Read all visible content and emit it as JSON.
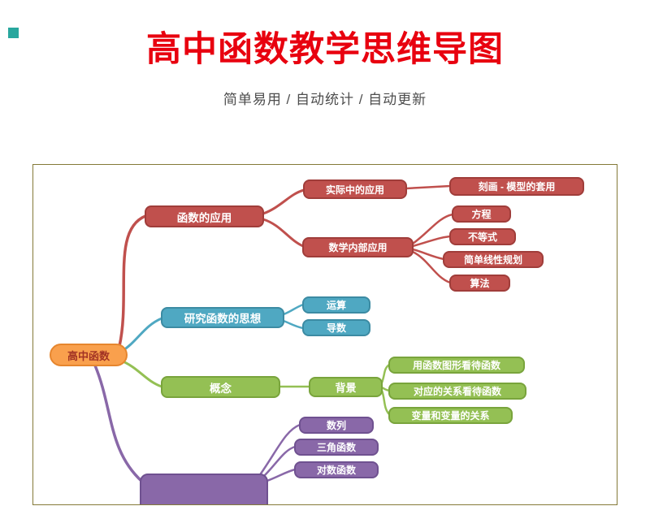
{
  "page": {
    "title": "高中函数教学思维导图",
    "subtitle": "简单易用 / 自动统计 / 自动更新"
  },
  "colors": {
    "title": "#e8000f",
    "corner_marker": "#28a79e",
    "card_border": "#847a38",
    "root_orange": "#f9a04d",
    "branch_red": "#c0504d",
    "branch_teal": "#4fa8c2",
    "branch_green": "#94c054",
    "branch_purple": "#8968a8"
  },
  "mindmap": {
    "root": {
      "label": "高中函数"
    },
    "branches": [
      {
        "label": "函数的应用",
        "color": "#c0504d",
        "children": [
          {
            "label": "实际中的应用",
            "children": [
              {
                "label": "刻画 - 模型的套用"
              }
            ]
          },
          {
            "label": "数学内部应用",
            "children": [
              {
                "label": "方程"
              },
              {
                "label": "不等式"
              },
              {
                "label": "简单线性规划"
              },
              {
                "label": "算法"
              }
            ]
          }
        ]
      },
      {
        "label": "研究函数的思想",
        "color": "#4fa8c2",
        "children": [
          {
            "label": "运算"
          },
          {
            "label": "导数"
          }
        ]
      },
      {
        "label": "概念",
        "color": "#94c054",
        "children": [
          {
            "label": "背景",
            "children": [
              {
                "label": "用函数图形看待函数"
              },
              {
                "label": "对应的关系看待函数"
              },
              {
                "label": "变量和变量的关系"
              }
            ]
          }
        ]
      },
      {
        "label": "",
        "color": "#8968a8",
        "children": [
          {
            "label": "数列"
          },
          {
            "label": "三角函数"
          },
          {
            "label": "对数函数"
          }
        ]
      }
    ]
  }
}
